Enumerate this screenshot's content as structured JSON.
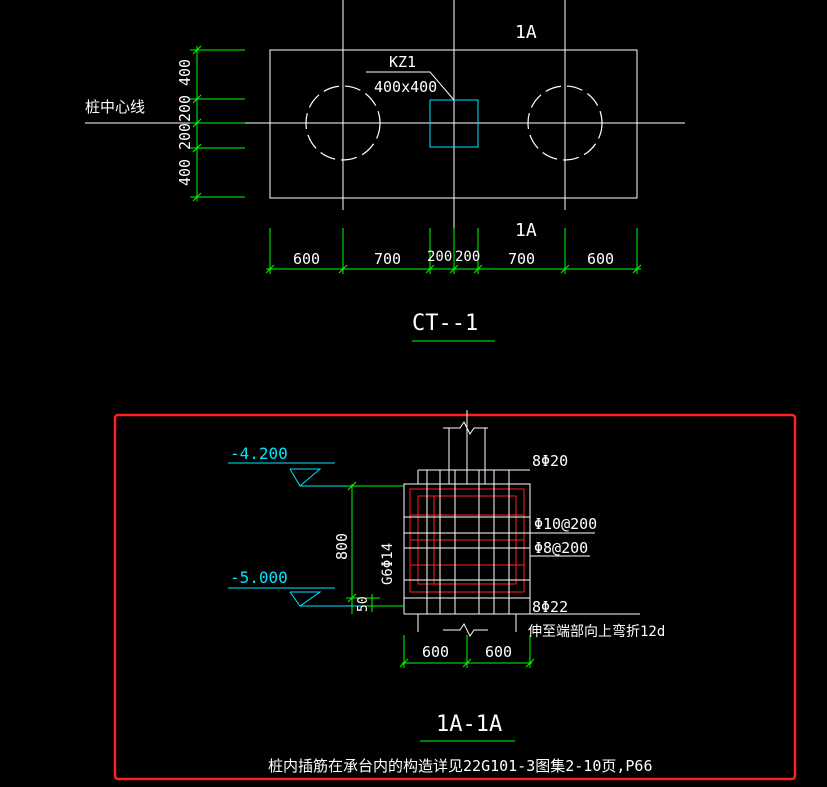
{
  "plan": {
    "section_mark_top": "1A",
    "section_mark_bottom": "1A",
    "column_label": "KZ1",
    "column_size": "400x400",
    "pile_center_label": "桩中心线",
    "vert_dims": [
      "400",
      "200",
      "200",
      "400"
    ],
    "horiz_dims": [
      "600",
      "700",
      "200",
      "200",
      "700",
      "600"
    ],
    "title": "CT--1"
  },
  "section": {
    "elev_top": "-4.200",
    "elev_bottom": "-5.000",
    "depth_dim": "800",
    "bottom_cover_dim": "50",
    "side_bar_label": "G6Φ14",
    "top_bar_label": "8Φ20",
    "stirrup_label_1": "Φ10@200",
    "stirrup_label_2": "Φ8@200",
    "bottom_bar_label": "8Φ22",
    "bottom_bar_note": "伸至端部向上弯折12d",
    "width_dims": [
      "600",
      "600"
    ],
    "title": "1A-1A",
    "note": "桩内插筋在承台内的构造详见22G101-3图集2-10页,P66"
  },
  "colors": {
    "dimension": "#00ff00",
    "elevation": "#00e5ff",
    "rebar": "#ff2020",
    "highlight_frame": "#ff2020"
  }
}
